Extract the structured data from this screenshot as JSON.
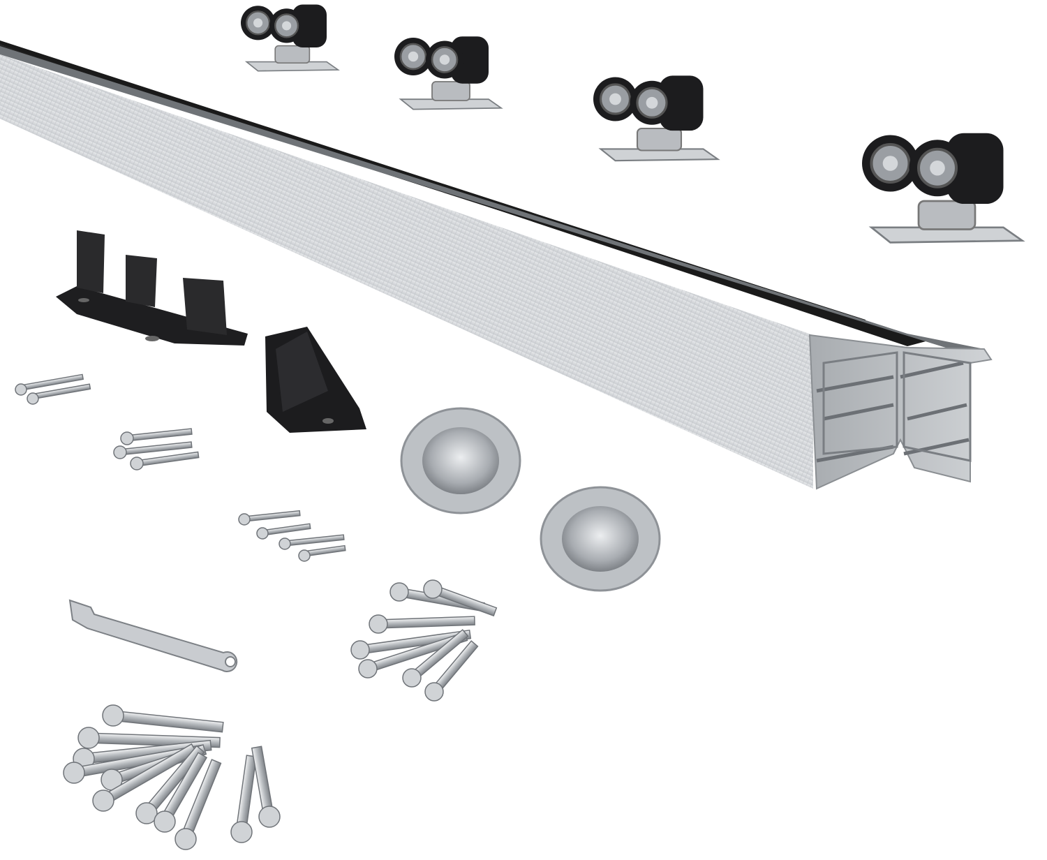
{
  "scene": {
    "subject": "sliding-door-hardware-kit",
    "background": "#ffffff",
    "colors": {
      "aluminum_light": "#d9dbdd",
      "aluminum_mid": "#b9bcbf",
      "aluminum_dark": "#8e9296",
      "black_plastic": "#1c1c1e",
      "steel": "#c7cacd",
      "bearing": "#9a9ea3"
    },
    "parts": [
      "track-rail",
      "roller-carriage",
      "roller-carriage",
      "roller-carriage",
      "roller-carriage",
      "floor-guide",
      "corner-bracket",
      "flush-pull-handle",
      "flush-pull-handle",
      "spanner-wrench",
      "screw-set-small",
      "screw-set-medium",
      "screw-set-medium",
      "screw-set-large",
      "screw-set-large"
    ]
  }
}
